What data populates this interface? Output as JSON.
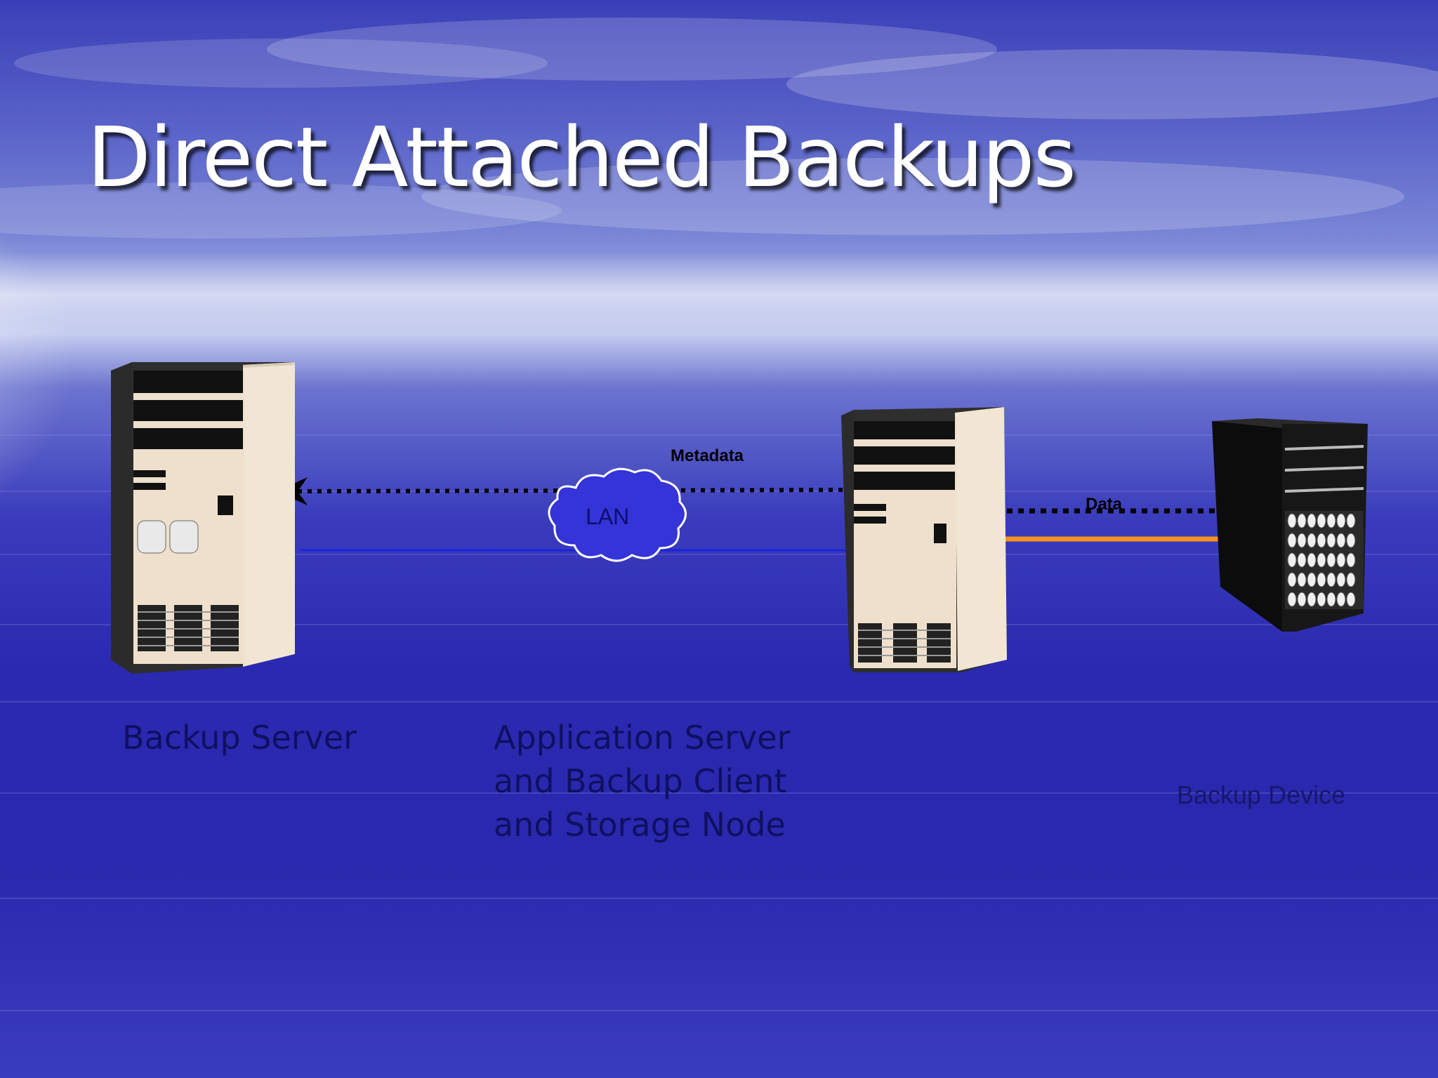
{
  "slide": {
    "title": "Direct Attached Backups"
  },
  "nodes": {
    "backup_server": {
      "label": "Backup Server",
      "icon": "server-tower-icon"
    },
    "application_server": {
      "label_lines": [
        "Application Server",
        "and Backup Client",
        "and Storage Node"
      ],
      "icon": "server-tower-icon"
    },
    "backup_device": {
      "label": "Backup Device",
      "icon": "tape-library-icon"
    }
  },
  "network": {
    "lan_label": "LAN",
    "metadata_label": "Metadata",
    "data_label": "Data"
  },
  "colors": {
    "lan_link": "#1a22e0",
    "data_link": "#f5921e",
    "cloud_fill": "#3434d8",
    "title_text": "#ffffff"
  }
}
